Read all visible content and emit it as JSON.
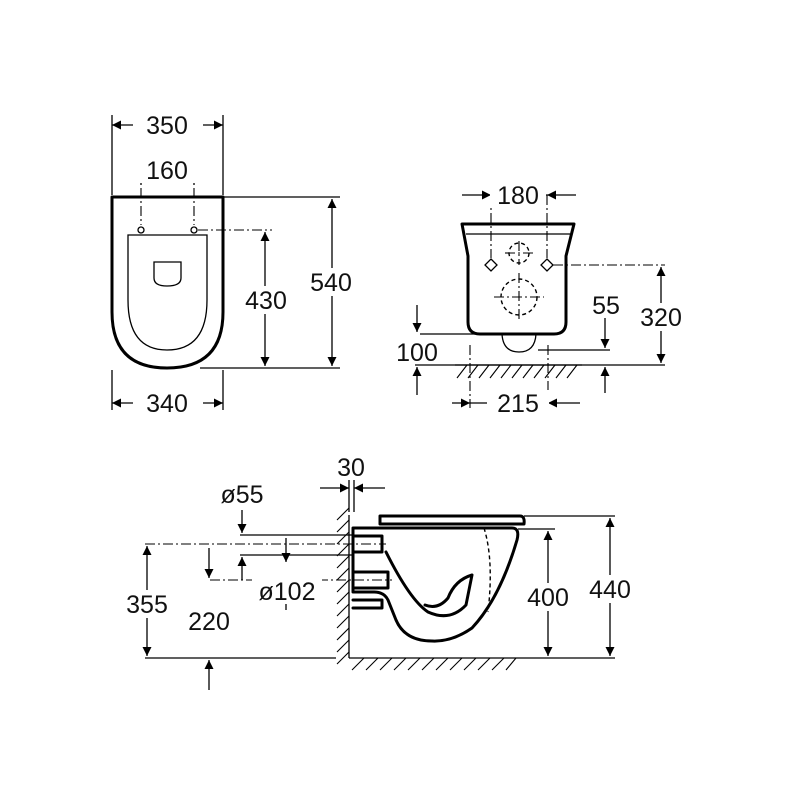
{
  "colors": {
    "line": "#000000",
    "text": "#111111",
    "background": "#ffffff"
  },
  "top_view": {
    "dims": {
      "outer_width": "350",
      "bolt_spacing": "160",
      "bottom_width": "340",
      "bolt_to_front": "430",
      "total_length": "540"
    }
  },
  "rear_view": {
    "dims": {
      "bolt_spacing": "180",
      "inlet_height": "55",
      "fixing_height": "320",
      "outlet_height": "100",
      "outlet_offset": "215"
    }
  },
  "side_view": {
    "dims": {
      "wall_gap": "30",
      "inlet_diameter": "ø55",
      "outlet_diameter": "ø102",
      "inlet_height": "355",
      "outlet_height": "220",
      "pan_height": "400",
      "seat_height": "440"
    }
  }
}
